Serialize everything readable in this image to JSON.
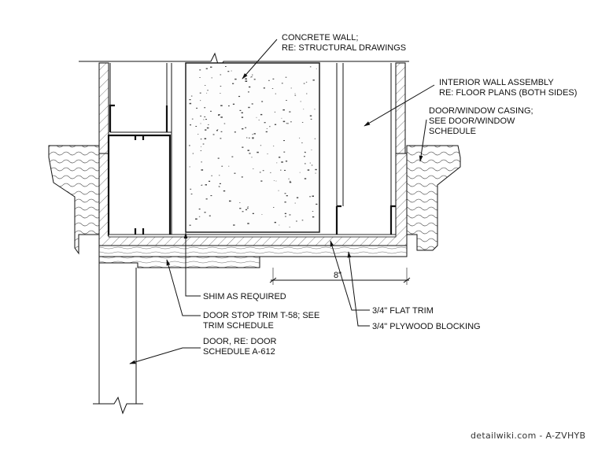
{
  "labels": {
    "concrete_wall": [
      "CONCRETE WALL;",
      "RE: STRUCTURAL DRAWINGS"
    ],
    "interior_wall": [
      "INTERIOR WALL ASSEMBLY",
      "RE: FLOOR PLANS (BOTH SIDES)"
    ],
    "casing": [
      "DOOR/WINDOW CASING;",
      "SEE DOOR/WINDOW",
      "SCHEDULE"
    ],
    "dimension": "8\"",
    "shim": "SHIM AS REQUIRED",
    "flat_trim": "3/4\" FLAT TRIM",
    "door_stop": [
      "DOOR STOP TRIM T-58; SEE",
      "TRIM SCHEDULE"
    ],
    "plywood": "3/4\" PLYWOOD BLOCKING",
    "door": [
      "DOOR, RE: DOOR",
      "SCHEDULE A-612"
    ]
  },
  "watermark": "detailwiki.com - A-ZVHYB"
}
